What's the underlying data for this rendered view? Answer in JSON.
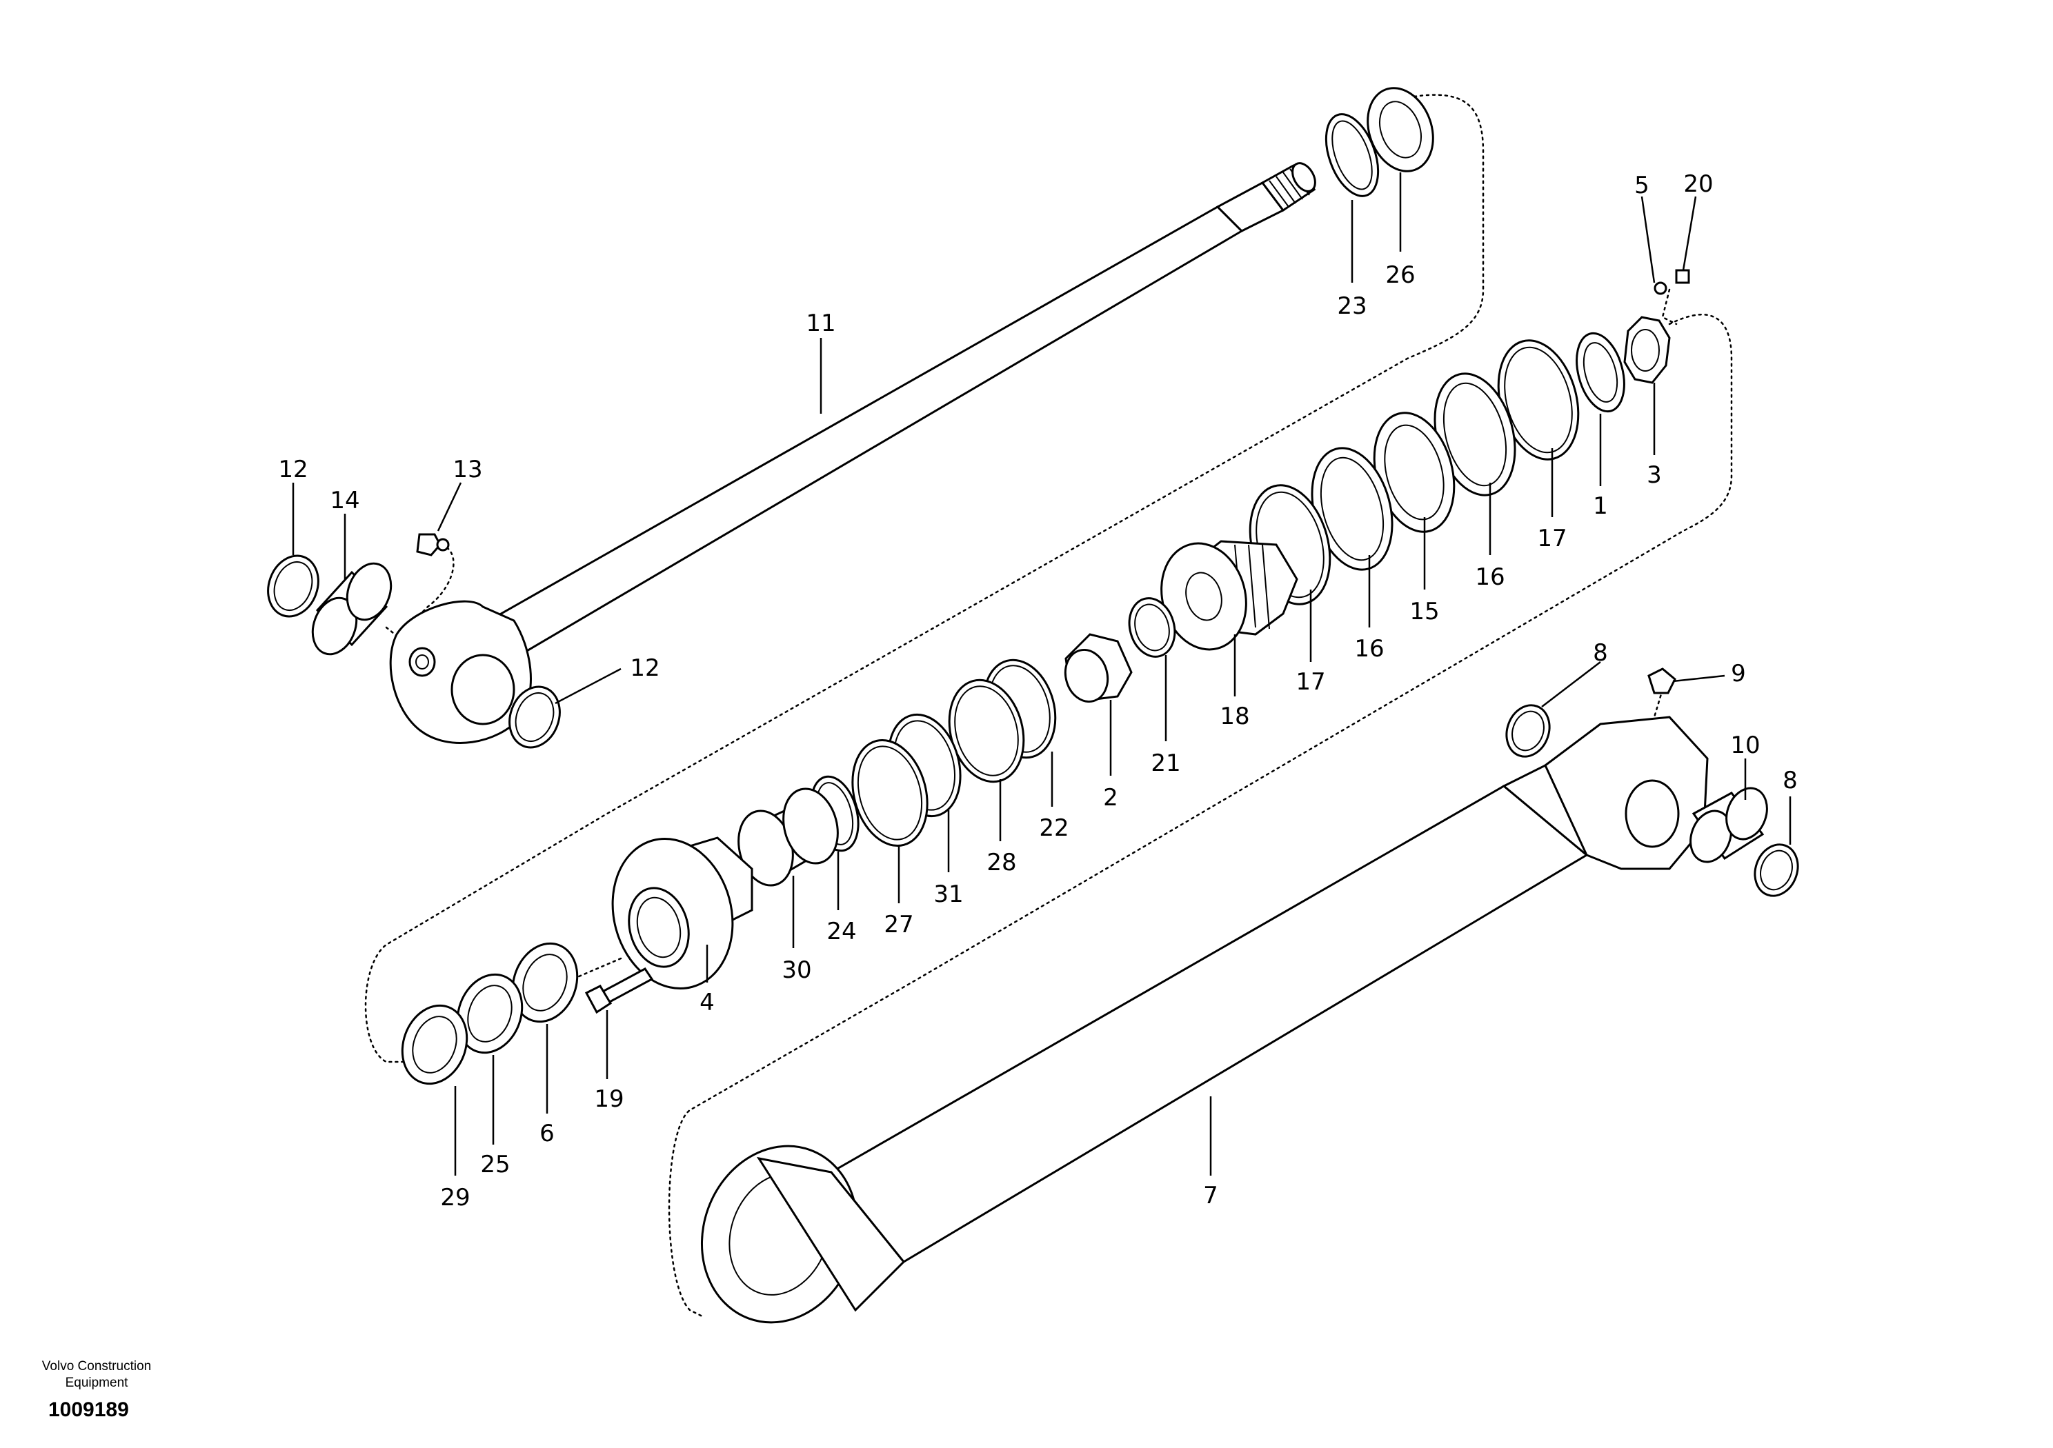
{
  "footer": {
    "manufacturer_line1": "Volvo Construction",
    "manufacturer_line2": "Equipment",
    "drawing_number": "1009189"
  },
  "callouts": {
    "c1": "1",
    "c2": "2",
    "c3": "3",
    "c4": "4",
    "c5": "5",
    "c6": "6",
    "c7": "7",
    "c8a": "8",
    "c8b": "8",
    "c9": "9",
    "c10": "10",
    "c11": "11",
    "c12a": "12",
    "c12b": "12",
    "c13": "13",
    "c14": "14",
    "c15": "15",
    "c16a": "16",
    "c16b": "16",
    "c17a": "17",
    "c17b": "17",
    "c18": "18",
    "c19": "19",
    "c20": "20",
    "c21": "21",
    "c22": "22",
    "c23": "23",
    "c24": "24",
    "c25": "25",
    "c26": "26",
    "c27": "27",
    "c28": "28",
    "c29": "29",
    "c30": "30",
    "c31": "31"
  }
}
